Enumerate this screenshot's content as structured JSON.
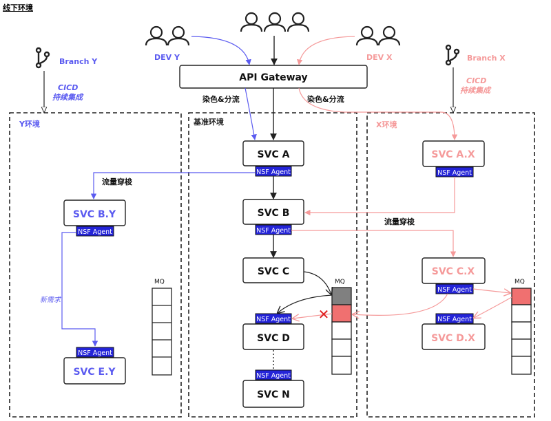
{
  "page_title": "线下环境",
  "colors": {
    "blue": "#5b5bf0",
    "pink": "#f59a9a",
    "agent": "#2424d8",
    "red_cell": "#f07070",
    "grey_cell": "#808080",
    "dark": "#222222"
  },
  "gateway": {
    "label": "API Gateway"
  },
  "actors": {
    "dev_y": "DEV Y",
    "dev_x": "DEV X"
  },
  "branches": {
    "y": {
      "label": "Branch Y",
      "cicd": "CICD",
      "cicd_cn": "持续集成"
    },
    "x": {
      "label": "Branch X",
      "cicd": "CICD",
      "cicd_cn": "持续集成"
    }
  },
  "routing": {
    "dye_left": "染色&分流",
    "dye_right": "染色&分流",
    "through_left": "流量穿梭",
    "through_right": "流量穿梭",
    "new_requirement": "新需求"
  },
  "environments": {
    "y": {
      "label": "Y环境"
    },
    "base": {
      "label": "基准环境"
    },
    "x": {
      "label": "X环境"
    }
  },
  "services": {
    "svc_a": "SVC A",
    "svc_b": "SVC B",
    "svc_c": "SVC C",
    "svc_d": "SVC D",
    "svc_n": "SVC N",
    "svc_by": "SVC B.Y",
    "svc_ey": "SVC E.Y",
    "svc_ax": "SVC A.X",
    "svc_cx": "SVC C.X",
    "svc_dx": "SVC D.X"
  },
  "agent_label": "NSF Agent",
  "mq": {
    "y_label": "MQ",
    "base_label": "MQ",
    "x_label": "MQ"
  },
  "reject_mark": "✕"
}
